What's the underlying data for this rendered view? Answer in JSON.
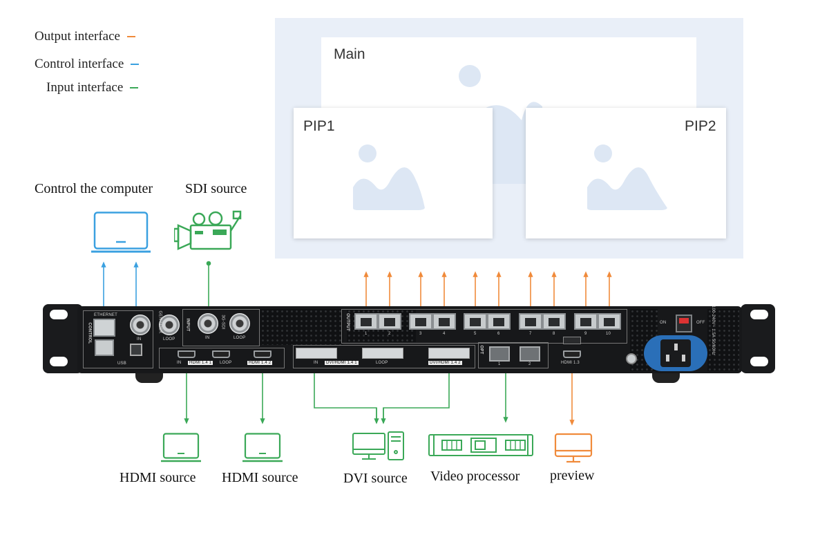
{
  "legend": [
    {
      "label": "Output interface",
      "color": "#f08a3a"
    },
    {
      "label": "Control interface",
      "color": "#3aa0e0"
    },
    {
      "label": "Input interface",
      "color": "#3aa857"
    }
  ],
  "windows": {
    "main": "Main",
    "pip1": "PIP1",
    "pip2": "PIP2"
  },
  "top_captions": {
    "computer": "Control the computer",
    "sdi": "SDI source"
  },
  "bottom_captions": {
    "hdmi1": "HDMI source",
    "hdmi2": "HDMI source",
    "dvi": "DVI source",
    "processor": "Video processor",
    "preview": "preview"
  },
  "panel": {
    "control": "CONTROL",
    "ethernet": "ETHERNET",
    "usb": "USB",
    "genlock": "GEN-LOCK",
    "in": "IN",
    "loop": "LOOP",
    "input": "INPUT",
    "sdi_in": "IN",
    "sdi_label": "3G-SDI",
    "sdi_loop": "LOOP",
    "output": "OUTPUT",
    "output_ports": [
      "1",
      "2",
      "3",
      "4",
      "5",
      "6",
      "7",
      "8",
      "9",
      "10"
    ],
    "hdmi1": "HDMI 1.4  1",
    "hdmi1_in": "IN",
    "hdmi1_loop": "LOOP",
    "hdmi2": "HDMI 1.4  2",
    "dvi1": "DVI/HDMI 1.4  1",
    "dvi_in": "IN",
    "dvi_loop": "LOOP",
    "dvi2": "DVI/HDMI 1.4  2",
    "opt": "OPT",
    "opt_ports": [
      "1",
      "2"
    ],
    "hdmi_out": "HDMI 1.3",
    "on": "ON",
    "off": "OFF",
    "power_rating": "100-240V~  1.5A 50/60Hz"
  },
  "colors": {
    "output": "#f08a3a",
    "control": "#3aa0e0",
    "input": "#3aa857",
    "placeholder": "#dde7f4"
  }
}
